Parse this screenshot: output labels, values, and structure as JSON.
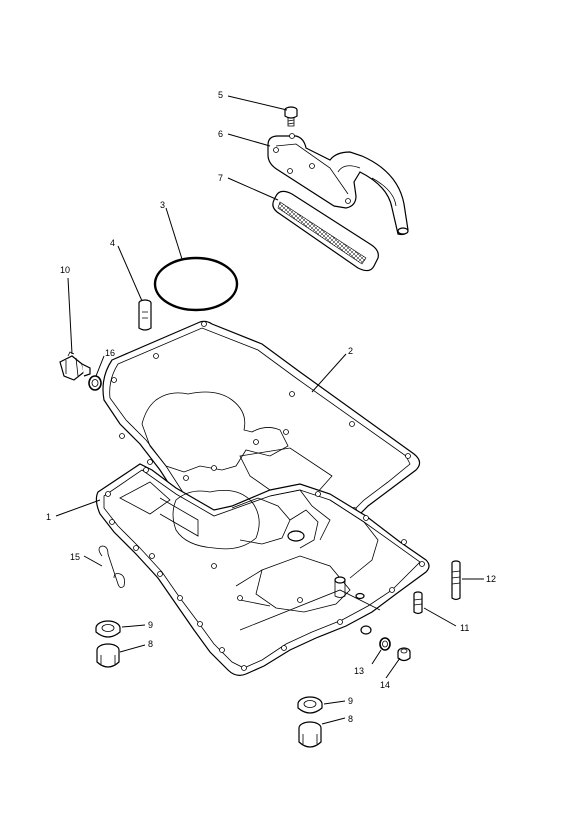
{
  "callouts": {
    "c1": "1",
    "c2": "2",
    "c3": "3",
    "c4": "4",
    "c5": "5",
    "c6": "6",
    "c7": "7",
    "c8a": "8",
    "c8b": "8",
    "c9a": "9",
    "c9b": "9",
    "c10": "10",
    "c11": "11",
    "c12": "12",
    "c13": "13",
    "c14": "14",
    "c15": "15",
    "c16": "16"
  }
}
